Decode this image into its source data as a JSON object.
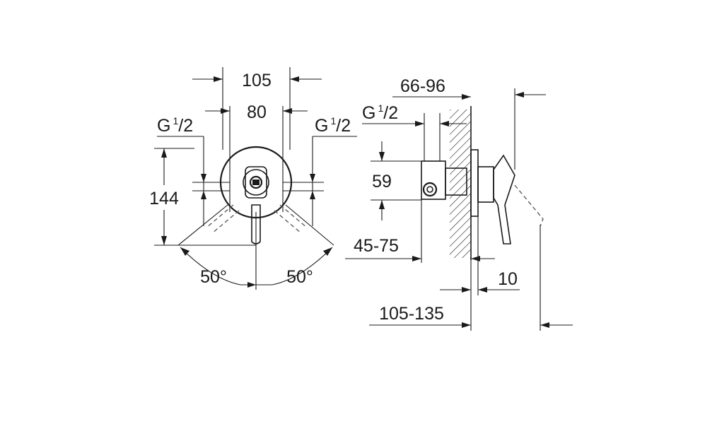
{
  "front_view": {
    "width_outer": "105",
    "width_inner": "80",
    "thread_left": "G",
    "thread_right": "G",
    "thread_fraction_num": "1",
    "thread_fraction_den": "2",
    "height": "144",
    "angle_left": "50°",
    "angle_right": "50°"
  },
  "side_view": {
    "wall_range": "66-96",
    "thread": "G",
    "thread_fraction_num": "1",
    "thread_fraction_den": "2",
    "axis_height": "59",
    "depth_range": "45-75",
    "plate": "10",
    "total_range": "105-135"
  }
}
